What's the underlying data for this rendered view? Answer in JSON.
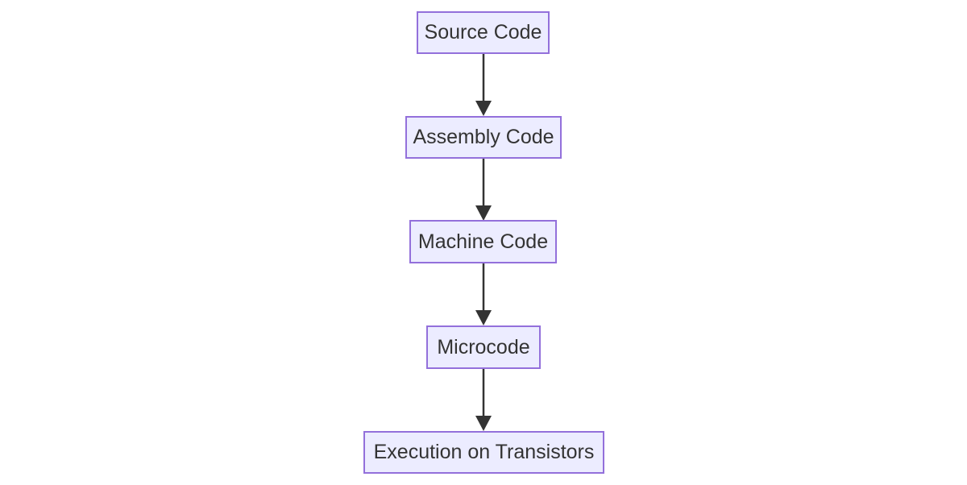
{
  "flowchart": {
    "type": "flowchart",
    "direction": "top-down",
    "nodes": [
      {
        "id": "source-code",
        "label": "Source Code"
      },
      {
        "id": "assembly-code",
        "label": "Assembly Code"
      },
      {
        "id": "machine-code",
        "label": "Machine Code"
      },
      {
        "id": "microcode",
        "label": "Microcode"
      },
      {
        "id": "execution-on-transistors",
        "label": "Execution on Transistors"
      }
    ],
    "edges": [
      {
        "from": "Source Code",
        "to": "Assembly Code",
        "arrow": "down"
      },
      {
        "from": "Assembly Code",
        "to": "Machine Code",
        "arrow": "down"
      },
      {
        "from": "Machine Code",
        "to": "Microcode",
        "arrow": "down"
      },
      {
        "from": "Microcode",
        "to": "Execution on Transistors",
        "arrow": "down"
      }
    ],
    "colors": {
      "node_fill": "#ECECFF",
      "node_border": "#9370DB",
      "node_text": "#333333",
      "arrow": "#333333",
      "background": "#FFFFFF"
    }
  }
}
